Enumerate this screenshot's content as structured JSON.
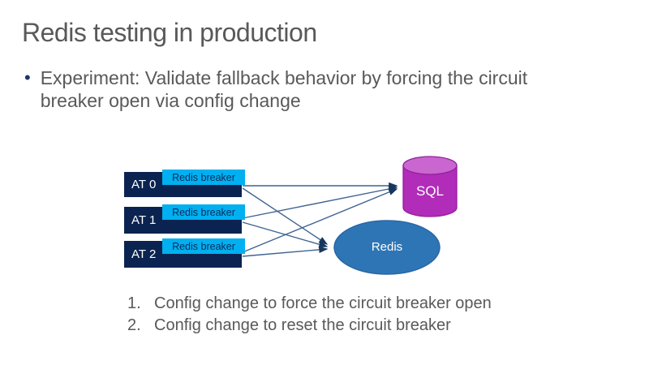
{
  "slide": {
    "title": "Redis testing in production",
    "bullet": {
      "glyph": "•",
      "lines": [
        "Experiment: Validate fallback behavior by forcing the circuit",
        "breaker open via config change"
      ]
    }
  },
  "diagram": {
    "nodes": [
      {
        "label": "AT 0",
        "breaker_label": "Redis breaker"
      },
      {
        "label": "AT 1",
        "breaker_label": "Redis breaker"
      },
      {
        "label": "AT 2",
        "breaker_label": "Redis breaker"
      }
    ],
    "sql": {
      "label": "SQL"
    },
    "redis": {
      "label": "Redis"
    }
  },
  "steps": [
    {
      "number": "1.",
      "text": "Config change to force the circuit breaker open"
    },
    {
      "number": "2.",
      "text": "Config change to reset the circuit breaker"
    }
  ],
  "colors": {
    "title_text": "#595959",
    "body_text": "#595959",
    "bullet_glyph": "#1f3864",
    "app_tier_box": "#0b2350",
    "breaker_chip": "#00b0f0",
    "breaker_chip_text": "#0c2b5e",
    "connector_line": "#3f6391",
    "arrowhead": "#17365d",
    "sql_body": "#b12cb9",
    "sql_top": "#c966cf",
    "sql_stroke": "#93219b",
    "redis_fill": "#2e75b6",
    "redis_stroke": "#2a67a5"
  }
}
